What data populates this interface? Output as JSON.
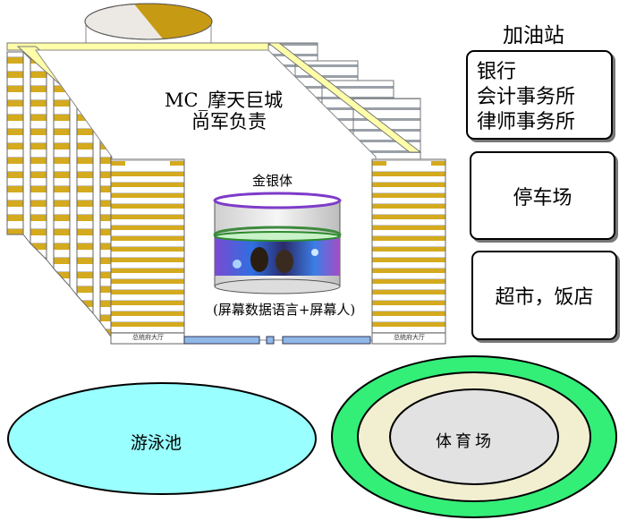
{
  "building": {
    "title_line1": "MC_摩天巨城",
    "title_line2": "尚军负责",
    "dome_label": "金银体",
    "screen_label": "(屏幕数据语言+屏幕人)",
    "tower_caption": "总统府大厅"
  },
  "facilities": {
    "gas_station": "加油站",
    "bank_block": [
      "银行",
      "会计事务所",
      "律师事务所"
    ],
    "parking": "停车场",
    "supermarket": "超市，饭店",
    "pool": "游泳池",
    "stadium": "体育场"
  },
  "colors": {
    "pie_white": "#ece9e4",
    "pie_gold": "#c79a13",
    "stripe_gold": "#d4aa1e",
    "stripe_light": "#ffffaa",
    "pool_fill": "#99ffff",
    "stadium_outer": "#33ee77",
    "stadium_middle": "#f1efd0",
    "stadium_inner": "#e2e2e2"
  }
}
